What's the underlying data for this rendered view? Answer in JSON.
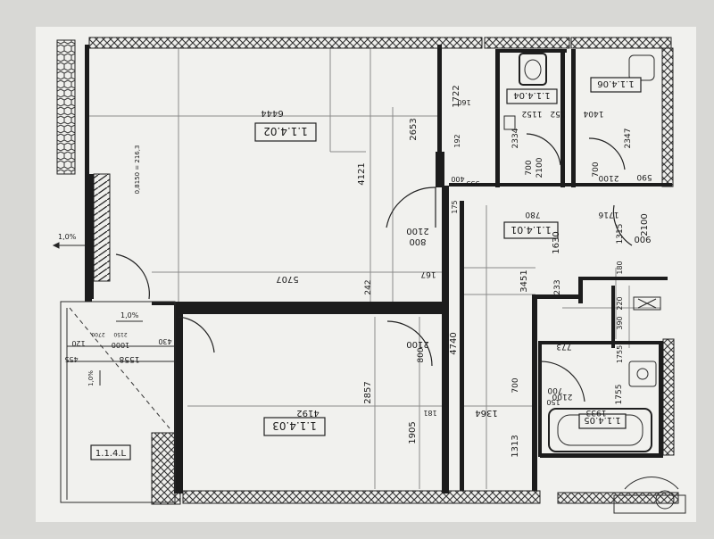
{
  "rooms": {
    "r1402": "1.1.4.02",
    "r1403": "1.1.4.03",
    "r1401": "1.1.4.01",
    "r1404": "1.1.4.04",
    "r1406": "1.1.4.06",
    "r1405": "1.1.4.05",
    "r14L": "1.1.4.L"
  },
  "dims": {
    "d6444": "6444",
    "d5707": "5707",
    "d4121": "4121",
    "d2653": "2653",
    "d1722": "1722",
    "d160": "160",
    "d192": "192",
    "d400": "400",
    "d555": "555",
    "d175": "175",
    "d242": "242",
    "d167": "167",
    "d2857": "2857",
    "d4192": "4192",
    "d1905": "1905",
    "d181": "181",
    "d4740": "4740",
    "d1364": "1364",
    "d1313": "1313",
    "d700a": "700",
    "d3451": "3451",
    "d1630": "1630",
    "d233": "233",
    "d780": "780",
    "d1716": "1716",
    "d1315": "1315",
    "d590": "590",
    "d1152": "1152",
    "d152": "152",
    "d1404": "1404",
    "d2334": "2334",
    "d2347": "2347",
    "d773": "773",
    "d1755a": "1755",
    "d1755b": "1755",
    "d1933": "1933",
    "d390": "390",
    "d220": "220",
    "d150": "150",
    "d180": "180",
    "d1558": "1558",
    "d455": "455",
    "d120": "120",
    "d1000": "1000",
    "d430": "430",
    "d2150": "2150",
    "d2700": "2700",
    "d08150": "0,8150 = 216,3",
    "slope1": "1,0%",
    "slope2": "1,0%",
    "slope3": "1,0%"
  },
  "doors": {
    "d800_2100_a": "800",
    "d800_2100_a2": "2100",
    "d800_2100_b": "800",
    "d800_2100_b2": "2100",
    "d900": "900",
    "d900b": "2100",
    "d700_1": "700",
    "d700_1b": "2100",
    "d700_2": "700",
    "d700_2b": "2100",
    "d700_3": "700",
    "d700_3b": "2100"
  }
}
